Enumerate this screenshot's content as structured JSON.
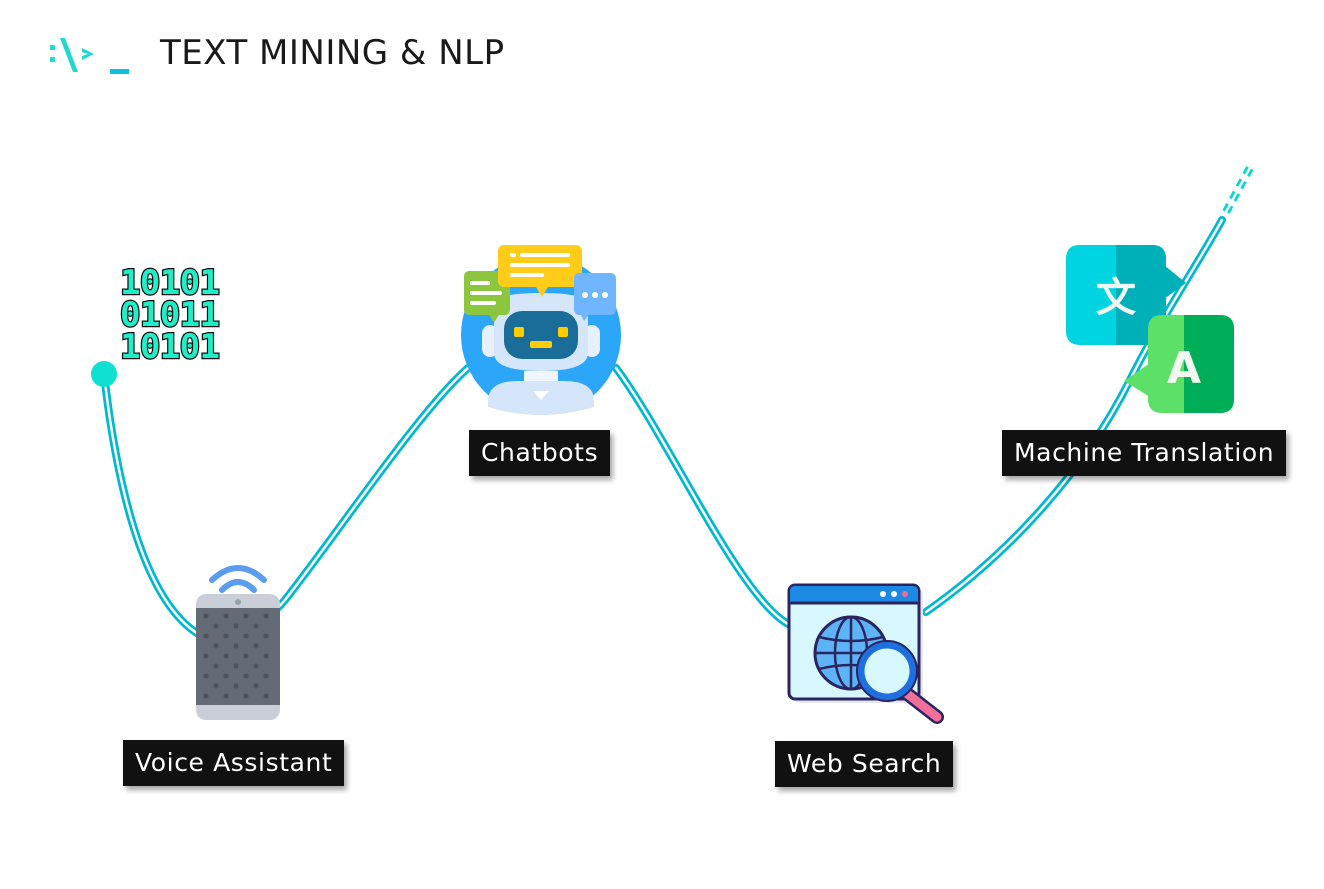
{
  "header": {
    "logo_icon": "terminal-prompt-logo",
    "title": "TEXT MINING & NLP"
  },
  "colors": {
    "accent": "#00D4C8",
    "line": "#00B4D0",
    "label_bg": "#111111",
    "label_text": "#FFFFFF"
  },
  "timeline": {
    "start_icon": "binary-code-icon",
    "binary_rows": [
      "10101",
      "01011",
      "10101"
    ],
    "items": [
      {
        "label": "Voice Assistant",
        "icon": "smart-speaker-icon"
      },
      {
        "label": "Chatbots",
        "icon": "chatbot-robot-icon"
      },
      {
        "label": "Web Search",
        "icon": "web-search-icon"
      },
      {
        "label": "Machine Translation",
        "icon": "translation-icon",
        "glyphs": [
          "文",
          "A"
        ]
      }
    ]
  }
}
